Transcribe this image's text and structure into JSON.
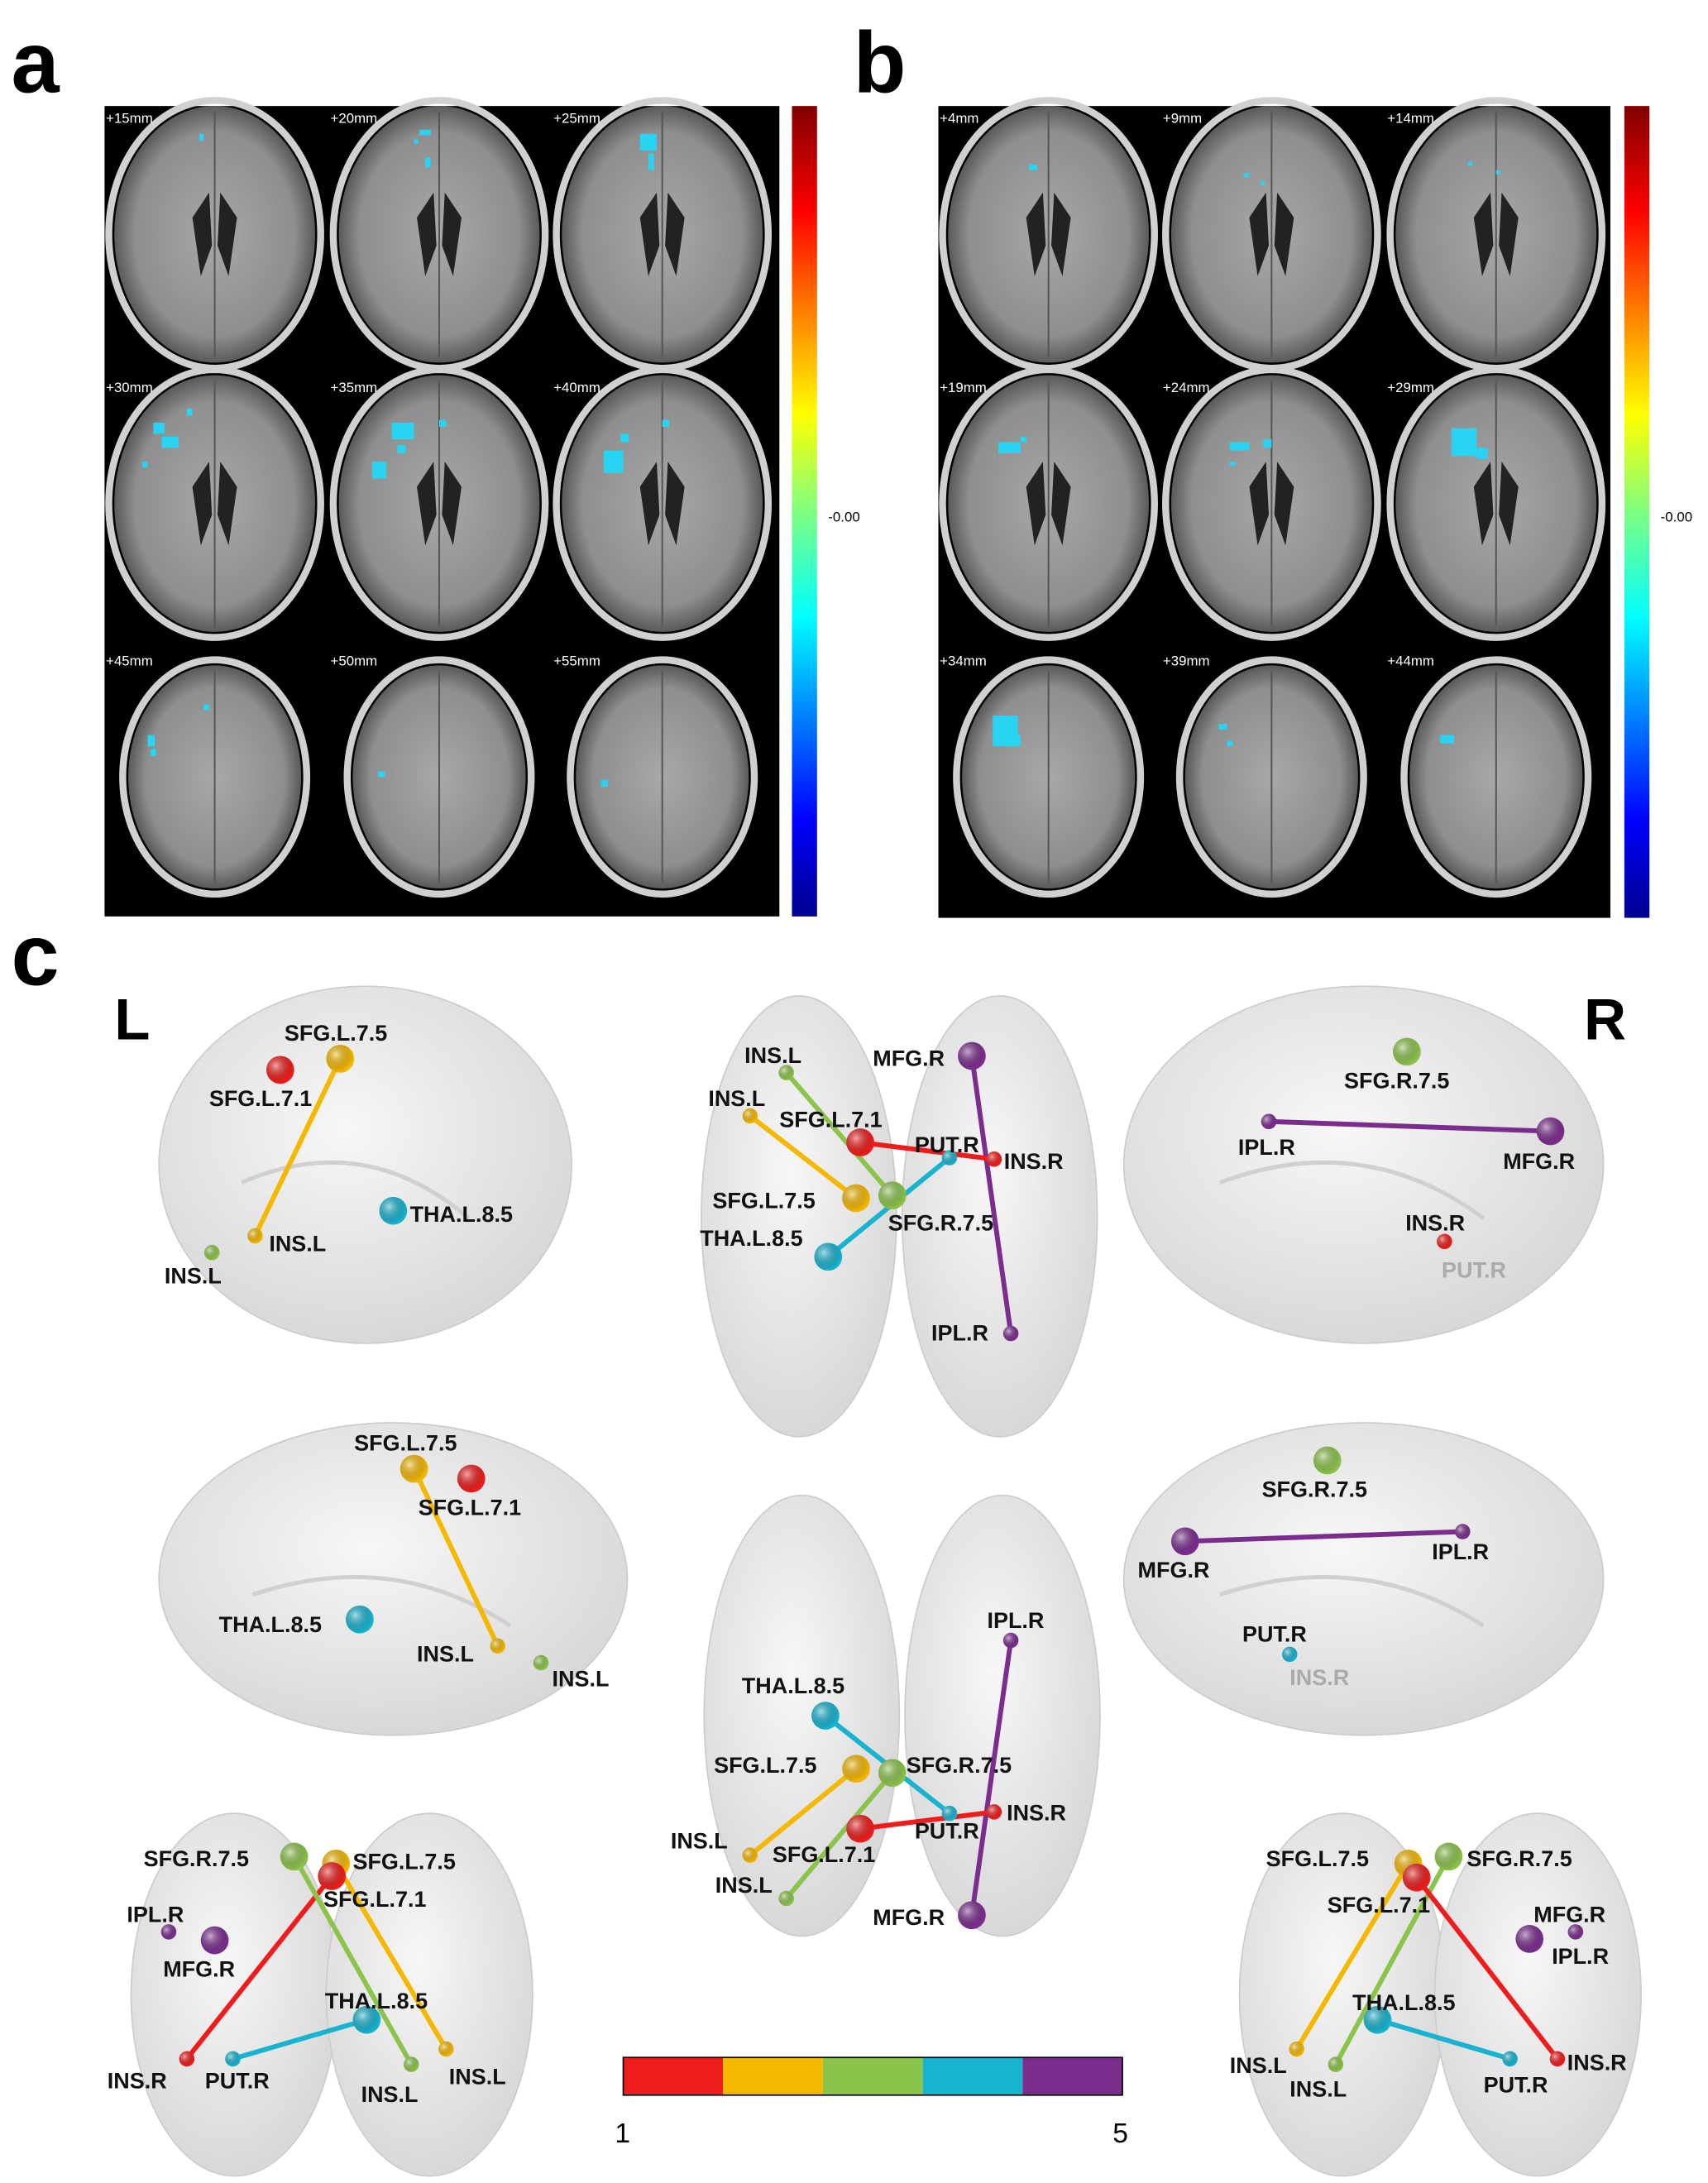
{
  "panels": {
    "a": {
      "letter": "a",
      "slices": [
        "+15mm",
        "+20mm",
        "+25mm",
        "+30mm",
        "+35mm",
        "+40mm",
        "+45mm",
        "+50mm",
        "+55mm"
      ],
      "colorbar_label": "-0.00"
    },
    "b": {
      "letter": "b",
      "slices": [
        "+4mm",
        "+9mm",
        "+14mm",
        "+19mm",
        "+24mm",
        "+29mm",
        "+34mm",
        "+39mm",
        "+44mm"
      ],
      "colorbar_label": "-0.00"
    },
    "c": {
      "letter": "c",
      "left_marker": "L",
      "right_marker": "R",
      "module_colors": [
        "#ee1c1c",
        "#f5b800",
        "#8cc34a",
        "#17b3cf",
        "#7b2d8e"
      ],
      "legend": {
        "min_label": "1",
        "max_label": "5"
      },
      "views": [
        {
          "name": "left-lateral",
          "nodes": [
            {
              "label": "SFG.L.7.5",
              "module": 2
            },
            {
              "label": "SFG.L.7.1",
              "module": 1
            },
            {
              "label": "INS.L",
              "module": 2
            },
            {
              "label": "INS.L",
              "module": 3
            },
            {
              "label": "THA.L.8.5",
              "module": 4
            }
          ],
          "edges": [
            [
              0,
              2
            ]
          ]
        },
        {
          "name": "dorsal",
          "nodes": [
            {
              "label": "MFG.R",
              "module": 5
            },
            {
              "label": "INS.L",
              "module": 3
            },
            {
              "label": "INS.L",
              "module": 2
            },
            {
              "label": "SFG.L.7.1",
              "module": 1
            },
            {
              "label": "PUT.R",
              "module": 4
            },
            {
              "label": "INS.R",
              "module": 1
            },
            {
              "label": "SFG.L.7.5",
              "module": 2
            },
            {
              "label": "SFG.R.7.5",
              "module": 3
            },
            {
              "label": "THA.L.8.5",
              "module": 4
            },
            {
              "label": "IPL.R",
              "module": 5
            }
          ],
          "edges": [
            [
              0,
              9
            ],
            [
              1,
              7
            ],
            [
              2,
              6
            ],
            [
              3,
              5
            ],
            [
              4,
              8
            ]
          ]
        },
        {
          "name": "right-lateral",
          "nodes": [
            {
              "label": "SFG.R.7.5",
              "module": 3
            },
            {
              "label": "IPL.R",
              "module": 5
            },
            {
              "label": "MFG.R",
              "module": 5
            },
            {
              "label": "INS.R",
              "module": 1
            },
            {
              "label": "PUT.R",
              "module": 4,
              "hidden": true
            }
          ],
          "edges": [
            [
              1,
              2
            ]
          ]
        },
        {
          "name": "left-medial",
          "nodes": [
            {
              "label": "SFG.L.7.5",
              "module": 2
            },
            {
              "label": "SFG.L.7.1",
              "module": 1
            },
            {
              "label": "THA.L.8.5",
              "module": 4
            },
            {
              "label": "INS.L",
              "module": 2
            },
            {
              "label": "INS.L",
              "module": 3
            }
          ],
          "edges": [
            [
              0,
              3
            ]
          ]
        },
        {
          "name": "ventral",
          "nodes": [
            {
              "label": "IPL.R",
              "module": 5
            },
            {
              "label": "THA.L.8.5",
              "module": 4
            },
            {
              "label": "SFG.L.7.5",
              "module": 2
            },
            {
              "label": "SFG.R.7.5",
              "module": 3
            },
            {
              "label": "PUT.R",
              "module": 4
            },
            {
              "label": "INS.R",
              "module": 1
            },
            {
              "label": "SFG.L.7.1",
              "module": 1
            },
            {
              "label": "INS.L",
              "module": 2
            },
            {
              "label": "INS.L",
              "module": 3
            },
            {
              "label": "MFG.R",
              "module": 5
            }
          ],
          "edges": [
            [
              0,
              9
            ],
            [
              1,
              4
            ],
            [
              7,
              2
            ],
            [
              8,
              3
            ],
            [
              6,
              5
            ]
          ]
        },
        {
          "name": "right-medial",
          "nodes": [
            {
              "label": "SFG.R.7.5",
              "module": 3
            },
            {
              "label": "MFG.R",
              "module": 5
            },
            {
              "label": "IPL.R",
              "module": 5
            },
            {
              "label": "PUT.R",
              "module": 4
            },
            {
              "label": "INS.R",
              "module": 1,
              "hidden": true
            }
          ],
          "edges": [
            [
              1,
              2
            ]
          ]
        },
        {
          "name": "anterior",
          "nodes": [
            {
              "label": "SFG.R.7.5",
              "module": 3
            },
            {
              "label": "SFG.L.7.5",
              "module": 2
            },
            {
              "label": "SFG.L.7.1",
              "module": 1
            },
            {
              "label": "IPL.R",
              "module": 5
            },
            {
              "label": "MFG.R",
              "module": 5
            },
            {
              "label": "THA.L.8.5",
              "module": 4
            },
            {
              "label": "INS.R",
              "module": 1
            },
            {
              "label": "PUT.R",
              "module": 4
            },
            {
              "label": "INS.L",
              "module": 3
            },
            {
              "label": "INS.L",
              "module": 2
            }
          ],
          "edges": [
            [
              2,
              6
            ],
            [
              5,
              7
            ],
            [
              0,
              8
            ],
            [
              1,
              9
            ]
          ]
        },
        {
          "name": "posterior",
          "nodes": [
            {
              "label": "SFG.L.7.5",
              "module": 2
            },
            {
              "label": "SFG.R.7.5",
              "module": 3
            },
            {
              "label": "SFG.L.7.1",
              "module": 1
            },
            {
              "label": "MFG.R",
              "module": 5
            },
            {
              "label": "IPL.R",
              "module": 5
            },
            {
              "label": "THA.L.8.5",
              "module": 4
            },
            {
              "label": "INS.L",
              "module": 2
            },
            {
              "label": "INS.L",
              "module": 3
            },
            {
              "label": "PUT.R",
              "module": 4
            },
            {
              "label": "INS.R",
              "module": 1
            }
          ],
          "edges": [
            [
              0,
              6
            ],
            [
              1,
              7
            ],
            [
              2,
              9
            ],
            [
              5,
              8
            ]
          ]
        }
      ]
    }
  }
}
